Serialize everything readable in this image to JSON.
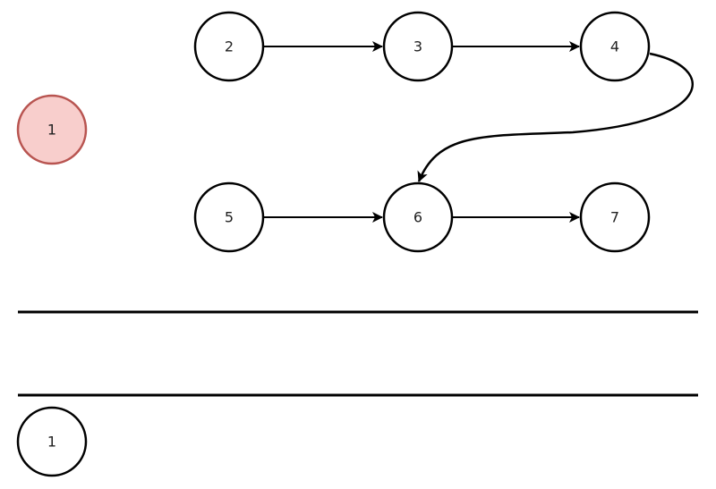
{
  "colors": {
    "stroke": "#000000",
    "node_fill": "#ffffff",
    "highlight_fill": "#f8cecc",
    "highlight_stroke": "#b85450"
  },
  "nodes": [
    {
      "id": "n1-highlight",
      "label": "1",
      "highlighted": true
    },
    {
      "id": "n2",
      "label": "2"
    },
    {
      "id": "n3",
      "label": "3"
    },
    {
      "id": "n4",
      "label": "4"
    },
    {
      "id": "n5",
      "label": "5"
    },
    {
      "id": "n6",
      "label": "6"
    },
    {
      "id": "n7",
      "label": "7"
    },
    {
      "id": "n1-bottom",
      "label": "1"
    }
  ],
  "edges": [
    {
      "from": "n2",
      "to": "n3"
    },
    {
      "from": "n3",
      "to": "n4"
    },
    {
      "from": "n4",
      "to": "n6"
    },
    {
      "from": "n5",
      "to": "n6"
    },
    {
      "from": "n6",
      "to": "n7"
    }
  ]
}
